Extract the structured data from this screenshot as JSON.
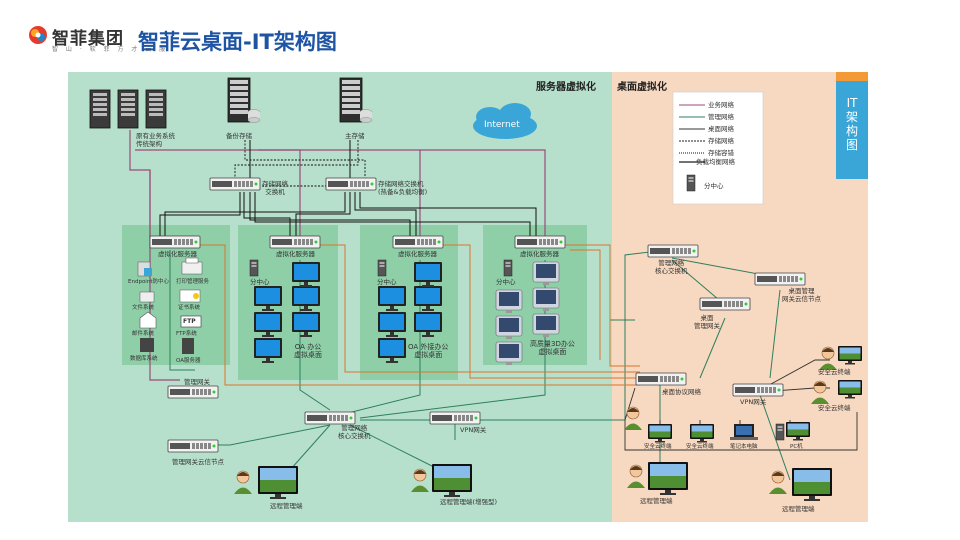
{
  "header": {
    "brand": "智菲集团",
    "brand_sub": "智 山 · 软 菲 方 才 云 服",
    "title": "智菲云桌面-IT架构图"
  },
  "zones": {
    "server_virtualization": "服务器虚拟化",
    "desktop_virtualization": "桌面虚拟化",
    "side_tab": "IT架构图"
  },
  "legend": {
    "items": [
      {
        "label": "业务网络",
        "color": "#9b4a7a"
      },
      {
        "label": "管理网络",
        "color": "#2d7f5e"
      },
      {
        "label": "桌面网络",
        "color": "#333333"
      },
      {
        "label": "存储网络",
        "color": "#222222"
      },
      {
        "label": "存储容错",
        "color": "#111111"
      },
      {
        "label": "负载均衡网络",
        "color": "#444444"
      }
    ],
    "domain_controller": "分中心"
  },
  "nodes": {
    "legacy": "原有业务系统\n传统架构",
    "backup_storage": "备份存储",
    "main_storage": "主存储",
    "internet": "Internet",
    "storage_switch_1": "存储网络\n交换机",
    "storage_switch_2": "存储网络交换机\n(热备&负载均衡)",
    "virt_server_1": "虚拟化服务器",
    "virt_server_2": "虚拟化服务器",
    "virt_server_3": "虚拟化服务器",
    "virt_server_4": "虚拟化服务器",
    "endpoint": "Endpoint防中心",
    "print_server": "打印管理服务",
    "file_system": "文件系统",
    "cert_system": "证书系统",
    "mail_system": "邮件系统",
    "ftp": "FTP",
    "ftp_system": "FTP系统",
    "database_system": "数据库系统",
    "oa_system": "OA服务器",
    "sub_center_1": "分中心",
    "sub_center_2": "分中心",
    "sub_center_3": "分中心",
    "oa_desktop": "OA 办公\n虚拟桌面",
    "oa_lan_desktop": "OA 外接办公\n虚拟桌面",
    "hq_3d_desktop": "高质量3D办公\n虚拟桌面",
    "mgmt_gateway": "管理网关",
    "mgmt_core_switch": "管理网络\n核心交换机",
    "vpn_gateway_left": "VPN网关",
    "gateway_node_left": "管理网关云信节点",
    "remote_mgmt_1": "远程管理端",
    "remote_mgmt_2": "远程管理端(增强型)",
    "mgmt_core_switch_right": "管理网络\n核心交换机",
    "desktop_gateway_node": "桌面管理\n网关云信节点",
    "desktop_gateway": "桌面\n管理网关",
    "desktop_protocol_gw": "桌面协议网络",
    "vpn_gateway_right": "VPN网关",
    "secure_terminal_1": "安全云终端",
    "secure_terminal_2": "安全云终端",
    "term_a": "安全云终端",
    "term_b": "安全云终端",
    "term_c": "笔记本电脑",
    "term_d": "PC机",
    "remote_mgmt_3": "远程管理端",
    "remote_mgmt_4": "远程管理端"
  }
}
